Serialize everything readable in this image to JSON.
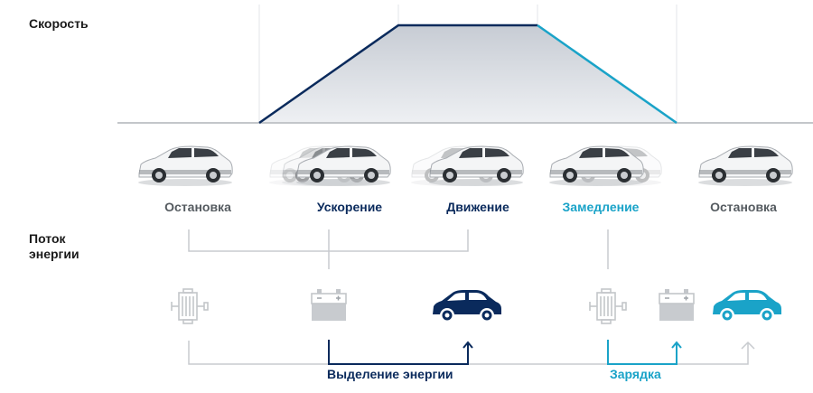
{
  "labels": {
    "speed": "Скорость",
    "energy_flow_line1": "Поток",
    "energy_flow_line2": "энергии"
  },
  "phases": [
    {
      "label": "Остановка",
      "color": "#555b60"
    },
    {
      "label": "Ускорение",
      "color": "#0a2a5c"
    },
    {
      "label": "Движение",
      "color": "#0a2a5c"
    },
    {
      "label": "Замедление",
      "color": "#1aa3c8"
    },
    {
      "label": "Остановка",
      "color": "#555b60"
    }
  ],
  "bottom": {
    "release": "Выделение энергии",
    "charging": "Зарядка"
  },
  "colors": {
    "navy": "#0a2a5c",
    "cyan": "#1aa3c8",
    "gray": "#c8cbcf"
  },
  "icons": [
    "motor-icon",
    "battery-icon",
    "car-icon",
    "motor-icon",
    "battery-icon",
    "car-icon"
  ]
}
